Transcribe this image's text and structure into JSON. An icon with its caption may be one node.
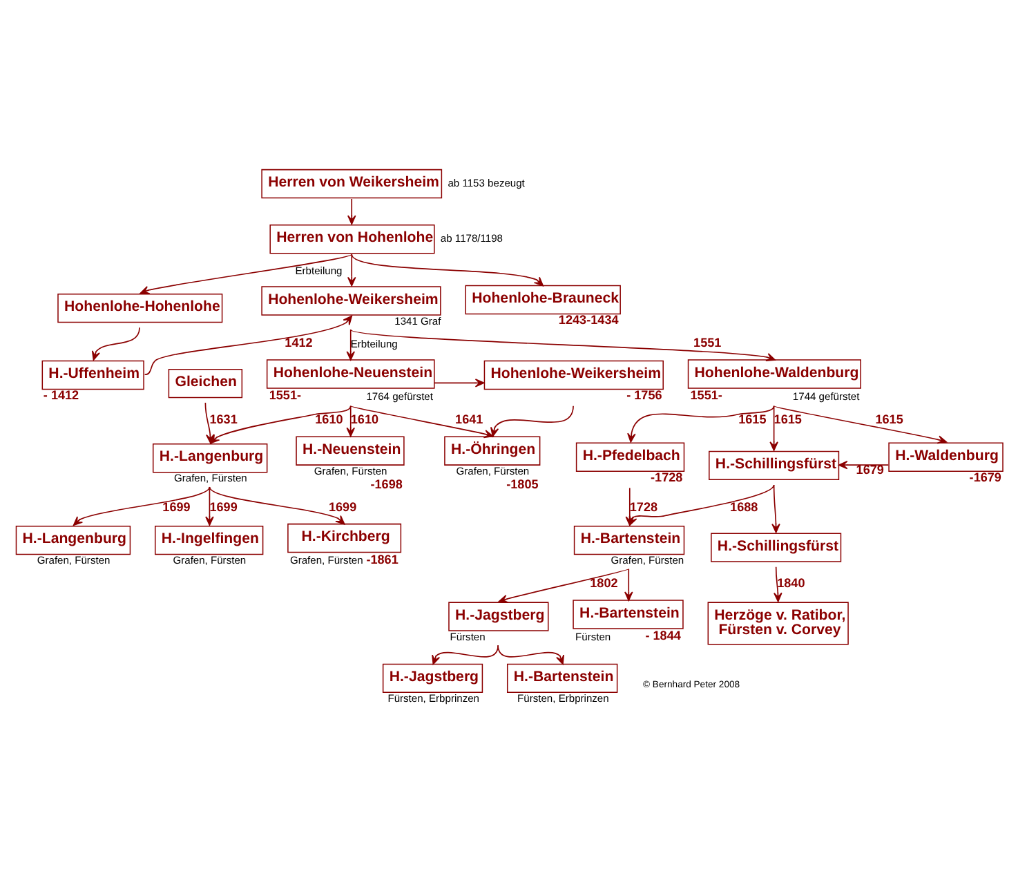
{
  "diagram": {
    "nodes": [
      {
        "text": [
          "Herren von Weikersheim"
        ],
        "beside": [
          "ab 1153 bezeugt"
        ]
      },
      {
        "text": [
          "Herren von Hohenlohe"
        ],
        "beside": [
          "ab 1178/1198"
        ]
      },
      {
        "text": [
          "Hohenlohe-Hohenlohe"
        ]
      },
      {
        "text": [
          "Hohenlohe-Weikersheim"
        ],
        "beside": [
          "1341 Graf"
        ]
      },
      {
        "text": [
          "Hohenlohe-Brauneck"
        ],
        "beside": [
          "1243-1434"
        ]
      },
      {
        "text": [
          "H.-Uffenheim"
        ],
        "beside": [
          "- 1412"
        ]
      },
      {
        "text": [
          "Gleichen"
        ]
      },
      {
        "text": [
          "Hohenlohe-Neuenstein"
        ],
        "beside": [
          "1551-",
          "1764 gefürstet"
        ]
      },
      {
        "text": [
          "Hohenlohe-Weikersheim"
        ],
        "beside": [
          "- 1756"
        ]
      },
      {
        "text": [
          "Hohenlohe-Waldenburg"
        ],
        "beside": [
          "1551-",
          "1744 gefürstet"
        ]
      },
      {
        "text": [
          "H.-Langenburg"
        ],
        "beside": [
          "Grafen, Fürsten"
        ]
      },
      {
        "text": [
          "H.-Neuenstein"
        ],
        "beside": [
          "Grafen, Fürsten",
          "-1698"
        ]
      },
      {
        "text": [
          "H.-Öhringen"
        ],
        "beside": [
          "Grafen, Fürsten",
          "-1805"
        ]
      },
      {
        "text": [
          "H.-Pfedelbach"
        ],
        "beside": [
          "-1728"
        ]
      },
      {
        "text": [
          "H.-Schillingsfürst"
        ]
      },
      {
        "text": [
          "H.-Waldenburg"
        ],
        "beside": [
          "-1679"
        ]
      },
      {
        "text": [
          "H.-Langenburg"
        ],
        "beside": [
          "Grafen, Fürsten"
        ]
      },
      {
        "text": [
          "H.-Ingelfingen"
        ],
        "beside": [
          "Grafen, Fürsten"
        ]
      },
      {
        "text": [
          "H.-Kirchberg"
        ],
        "beside": [
          "Grafen, Fürsten",
          "-1861"
        ]
      },
      {
        "text": [
          "H.-Bartenstein"
        ],
        "beside": [
          "Grafen, Fürsten"
        ]
      },
      {
        "text": [
          "H.-Schillingsfürst"
        ]
      },
      {
        "text": [
          "H.-Jagstberg"
        ],
        "beside": [
          "Fürsten"
        ]
      },
      {
        "text": [
          "H.-Bartenstein"
        ],
        "beside": [
          "Fürsten",
          "- 1844"
        ]
      },
      {
        "text": [
          "Herzöge v. Ratibor, Fürsten v. Corvey"
        ]
      },
      {
        "text": [
          "H.-Jagstberg"
        ],
        "beside": [
          "Fürsten, Erbprinzen"
        ]
      },
      {
        "text": [
          "H.-Bartenstein"
        ],
        "beside": [
          "Fürsten, Erbprinzen"
        ]
      }
    ],
    "edges": [
      {
        "from": 0,
        "to": 1,
        "arrow": "to"
      },
      {
        "from": 1,
        "to": 2,
        "arrow": "to",
        "label": "Erbteilung"
      },
      {
        "from": 1,
        "to": 3,
        "arrow": "to"
      },
      {
        "from": 1,
        "to": 4,
        "arrow": "to"
      },
      {
        "from": 2,
        "to": 5,
        "arrow": "to"
      },
      {
        "from": 5,
        "to": 3,
        "arrow": "to",
        "label": "1412"
      },
      {
        "from": 3,
        "to": 7,
        "arrow": "to",
        "label": "Erbteilung"
      },
      {
        "from": 3,
        "to": 9,
        "arrow": "to",
        "label": "1551"
      },
      {
        "from": 6,
        "to": 10,
        "arrow": "to",
        "label": "1631"
      },
      {
        "from": 7,
        "to": 10,
        "arrow": "to",
        "label": "1610"
      },
      {
        "from": 7,
        "to": 11,
        "arrow": "to",
        "label": "1610"
      },
      {
        "from": 7,
        "to": 12,
        "arrow": "to",
        "label": "1641"
      },
      {
        "from": 7,
        "to": 8,
        "arrow": "to"
      },
      {
        "from": 8,
        "to": 12,
        "arrow": "to"
      },
      {
        "from": 9,
        "to": 13,
        "arrow": "to",
        "label": "1615"
      },
      {
        "from": 9,
        "to": 14,
        "arrow": "to",
        "label": "1615"
      },
      {
        "from": 9,
        "to": 15,
        "arrow": "to",
        "label": "1615"
      },
      {
        "from": 15,
        "to": 14,
        "arrow": "to",
        "label": "1679"
      },
      {
        "from": 10,
        "to": 16,
        "arrow": "to",
        "label": "1699"
      },
      {
        "from": 10,
        "to": 17,
        "arrow": "to",
        "label": "1699"
      },
      {
        "from": 10,
        "to": 18,
        "arrow": "to",
        "label": "1699"
      },
      {
        "from": 13,
        "to": 19,
        "arrow": "to",
        "label": "1728"
      },
      {
        "from": 14,
        "to": 19,
        "arrow": "to",
        "label": "1688"
      },
      {
        "from": 14,
        "to": 20,
        "arrow": "to"
      },
      {
        "from": 19,
        "to": 21,
        "arrow": "to",
        "label": "1802"
      },
      {
        "from": 19,
        "to": 22,
        "arrow": "to"
      },
      {
        "from": 20,
        "to": 23,
        "arrow": "to",
        "label": "1840"
      },
      {
        "from": 21,
        "to": 24,
        "arrow": "to"
      },
      {
        "from": 21,
        "to": 25,
        "arrow": "to"
      }
    ],
    "labels": [
      "© Bernhard Peter 2008"
    ]
  }
}
